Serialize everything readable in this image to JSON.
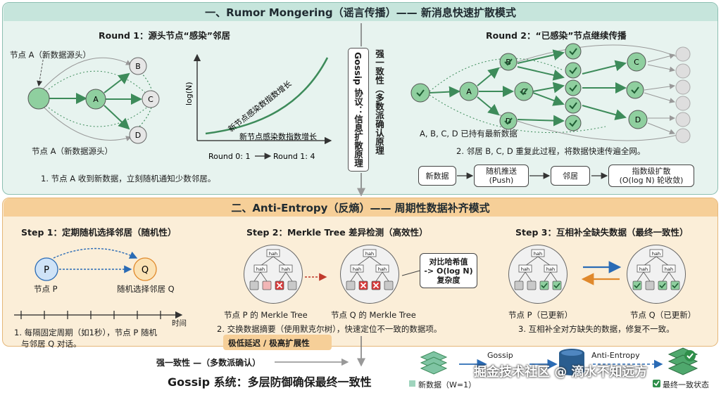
{
  "section1": {
    "title": "一、Rumor Mongering（谣言传播）—— 新消息快速扩散模式",
    "round1": {
      "title": "Round 1：源头节点“感染”邻居",
      "source_label_top": "节点 A（新数据源头）",
      "source_label_bottom": "节点 A（新数据源头）",
      "nodes": [
        "A",
        "B",
        "C",
        "D"
      ],
      "caption": "1. 节点 A 收到新数据，立刻随机通知少数邻居。"
    },
    "growth_chart": {
      "ylabel": "log(N)",
      "curve_label": "新节点感染数指数增长",
      "bottom_label": "新节点感染数指数增长",
      "x_from": "Round 0: 1",
      "x_to": "Round 1: 4"
    },
    "middle": {
      "gossip_label": "Gossip 协议：信息扩散原理",
      "consistency_label": "强一致性（多数派确认原理"
    },
    "round2": {
      "title": "Round 2：“已感染”节点继续传播",
      "nodes": [
        "A",
        "B",
        "C",
        "D",
        "C",
        "D"
      ],
      "latest_note": "A, B, C, D 已持有最新数据",
      "caption": "2. 邻居 B, C, D 重复此过程，将数据快速传遍全网。"
    },
    "flow": [
      {
        "line1": "新数据",
        "line2": ""
      },
      {
        "line1": "随机推送",
        "line2": "(Push)"
      },
      {
        "line1": "邻居",
        "line2": ""
      },
      {
        "line1": "指数级扩散",
        "line2": "(O(log N) 轮收敛)"
      }
    ]
  },
  "section2": {
    "title": "二、Anti-Entropy（反熵）—— 周期性数据补齐模式",
    "step1": {
      "title": "Step 1：定期随机选择邻居（随机性）",
      "node_p": "P",
      "node_q": "Q",
      "label_p": "节点 P",
      "label_q": "随机选择邻居 Q",
      "time_label": "时间",
      "caption_line1": "1. 每隔固定周期（如1秒），节点 P 随机",
      "caption_line2": "与邻居 Q 对话。"
    },
    "step2": {
      "title": "Step 2：Merkle Tree 差异检测（高效性）",
      "hash_label": "hah",
      "tree_p_label": "节点 P 的 Merkle Tree",
      "tree_q_label": "节点 Q 的 Merkle Tree",
      "compare_line1": "对比哈希值",
      "compare_line2": "-> O(log N)",
      "compare_line3": "复杂度",
      "caption": "2. 交换数据摘要（使用默克尔树），快速定位不一致的数据项。",
      "highlight": "极低延迟 / 极高扩展性"
    },
    "step3": {
      "title": "Step 3：互相补全缺失数据（最终一致性）",
      "label_p": "节点 P（已更新）",
      "label_q": "节点 Q（已更新）",
      "caption": "3. 互相补全对方缺失的数据，修复不一致。"
    }
  },
  "footer": {
    "strong_label": "强一致性 —（多数派确认）",
    "summary": "Gossip 系统：多层防御确保最终一致性",
    "gossip_label": "Gossip",
    "anti_entropy_label": "Anti-Entropy",
    "legend_new": "新数据（W=1）",
    "legend_final": "最终一致状态",
    "watermark": "掘金技术社区 @ 滴水不知远方"
  },
  "colors": {
    "teal_panel": "#e7f3ef",
    "teal_banner": "#c6e5dc",
    "orange_panel": "#fbeed8",
    "orange_banner": "#f6cf98",
    "node_green": "#8fcf9f",
    "arrow_green": "#3d8b5a",
    "arrow_blue": "#2a6bb5",
    "arrow_orange": "#e0892c",
    "diff_red": "#d93a3a"
  }
}
